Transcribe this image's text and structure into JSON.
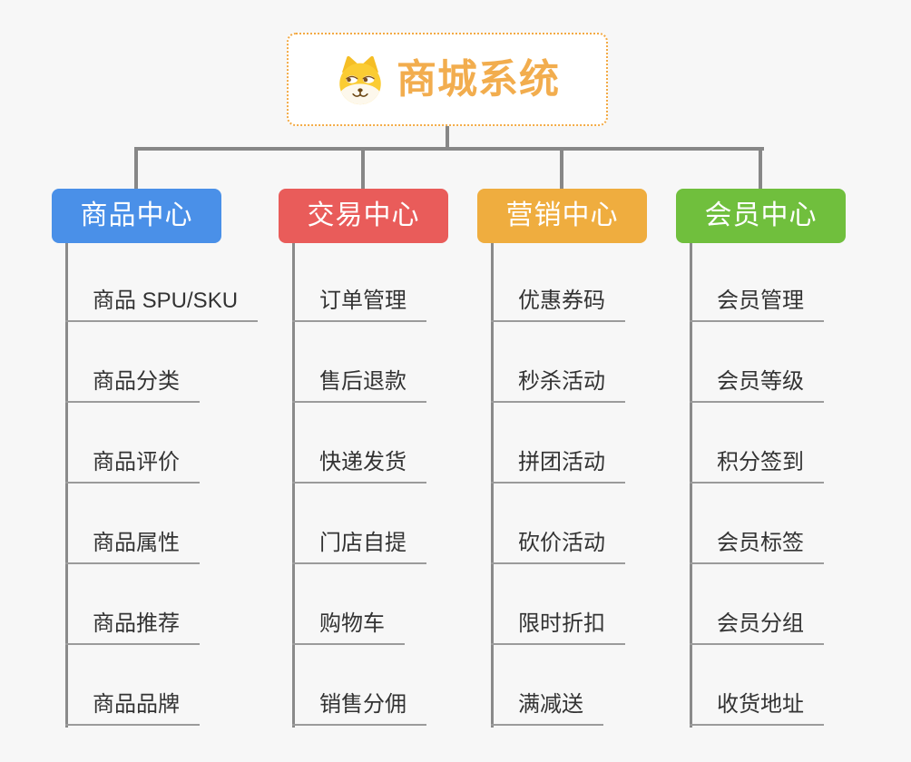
{
  "root": {
    "title": "商城系统",
    "title_color": "#F2AD4E",
    "border_color": "#F3AA44",
    "icon": "shiba-dog-icon"
  },
  "branches": [
    {
      "label": "商品中心",
      "color": "#4A90E8",
      "items": [
        "商品 SPU/SKU",
        "商品分类",
        "商品评价",
        "商品属性",
        "商品推荐",
        "商品品牌"
      ]
    },
    {
      "label": "交易中心",
      "color": "#E95C5A",
      "items": [
        "订单管理",
        "售后退款",
        "快递发货",
        "门店自提",
        "购物车",
        "销售分佣"
      ]
    },
    {
      "label": "营销中心",
      "color": "#EFAD3F",
      "items": [
        "优惠券码",
        "秒杀活动",
        "拼团活动",
        "砍价活动",
        "限时折扣",
        "满减送"
      ]
    },
    {
      "label": "会员中心",
      "color": "#70BF3D",
      "items": [
        "会员管理",
        "会员等级",
        "积分签到",
        "会员标签",
        "会员分组",
        "收货地址"
      ]
    }
  ],
  "colors": {
    "background": "#F7F7F7",
    "connector_line": "#878787",
    "item_underline": "#9B9B9B",
    "item_text": "#333333"
  }
}
